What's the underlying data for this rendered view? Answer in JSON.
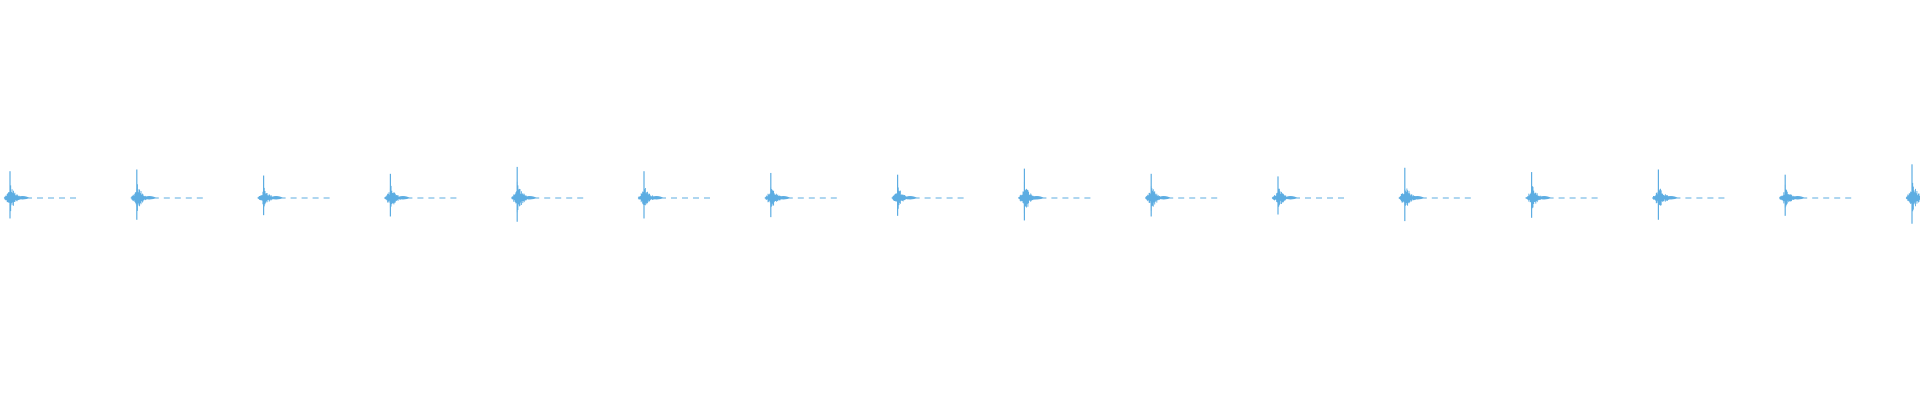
{
  "waveform": {
    "color": "#5dade2",
    "pulse_count": 16,
    "description_visible_text": "",
    "pulses": [
      {
        "index": 1,
        "peak_level": 0.62
      },
      {
        "index": 2,
        "peak_level": 0.66
      },
      {
        "index": 3,
        "peak_level": 0.52
      },
      {
        "index": 4,
        "peak_level": 0.56
      },
      {
        "index": 5,
        "peak_level": 0.72
      },
      {
        "index": 6,
        "peak_level": 0.62
      },
      {
        "index": 7,
        "peak_level": 0.58
      },
      {
        "index": 8,
        "peak_level": 0.54
      },
      {
        "index": 9,
        "peak_level": 0.68
      },
      {
        "index": 10,
        "peak_level": 0.56
      },
      {
        "index": 11,
        "peak_level": 0.5
      },
      {
        "index": 12,
        "peak_level": 0.7
      },
      {
        "index": 13,
        "peak_level": 0.6
      },
      {
        "index": 14,
        "peak_level": 0.66
      },
      {
        "index": 15,
        "peak_level": 0.54
      },
      {
        "index": 16,
        "peak_level": 0.78
      }
    ]
  }
}
